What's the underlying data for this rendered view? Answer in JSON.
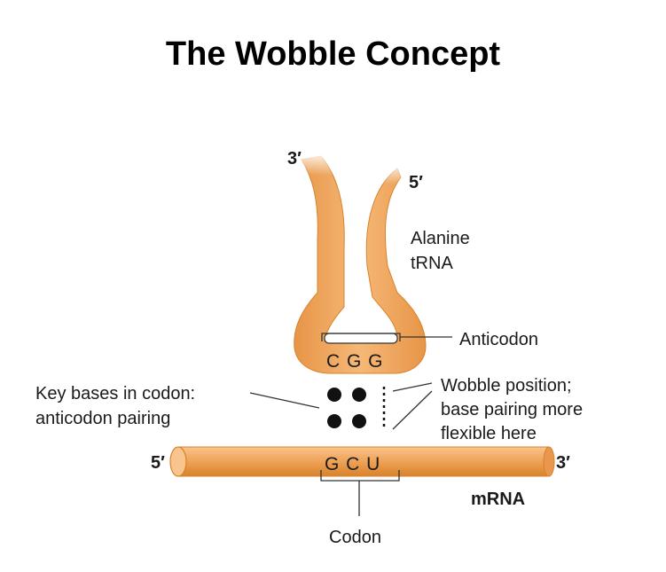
{
  "title": "The Wobble Concept",
  "trna": {
    "end_3": "3′",
    "end_5": "5′",
    "name_line1": "Alanine",
    "name_line2": "tRNA",
    "anticodon_label": "Anticodon",
    "anticodon_bases": "C G G"
  },
  "mrna": {
    "end_5": "5′",
    "end_3": "3′",
    "name": "mRNA",
    "codon_bases": "G C U",
    "codon_label": "Codon"
  },
  "key_bases": {
    "line1": "Key bases in codon:",
    "line2": "anticodon pairing"
  },
  "wobble": {
    "line1": "Wobble position;",
    "line2": "base pairing more",
    "line3": "flexible here"
  },
  "colors": {
    "orange": "#f0a55a",
    "orange_dark": "#d9822b",
    "orange_light": "#f7c58d",
    "line": "#333333"
  }
}
